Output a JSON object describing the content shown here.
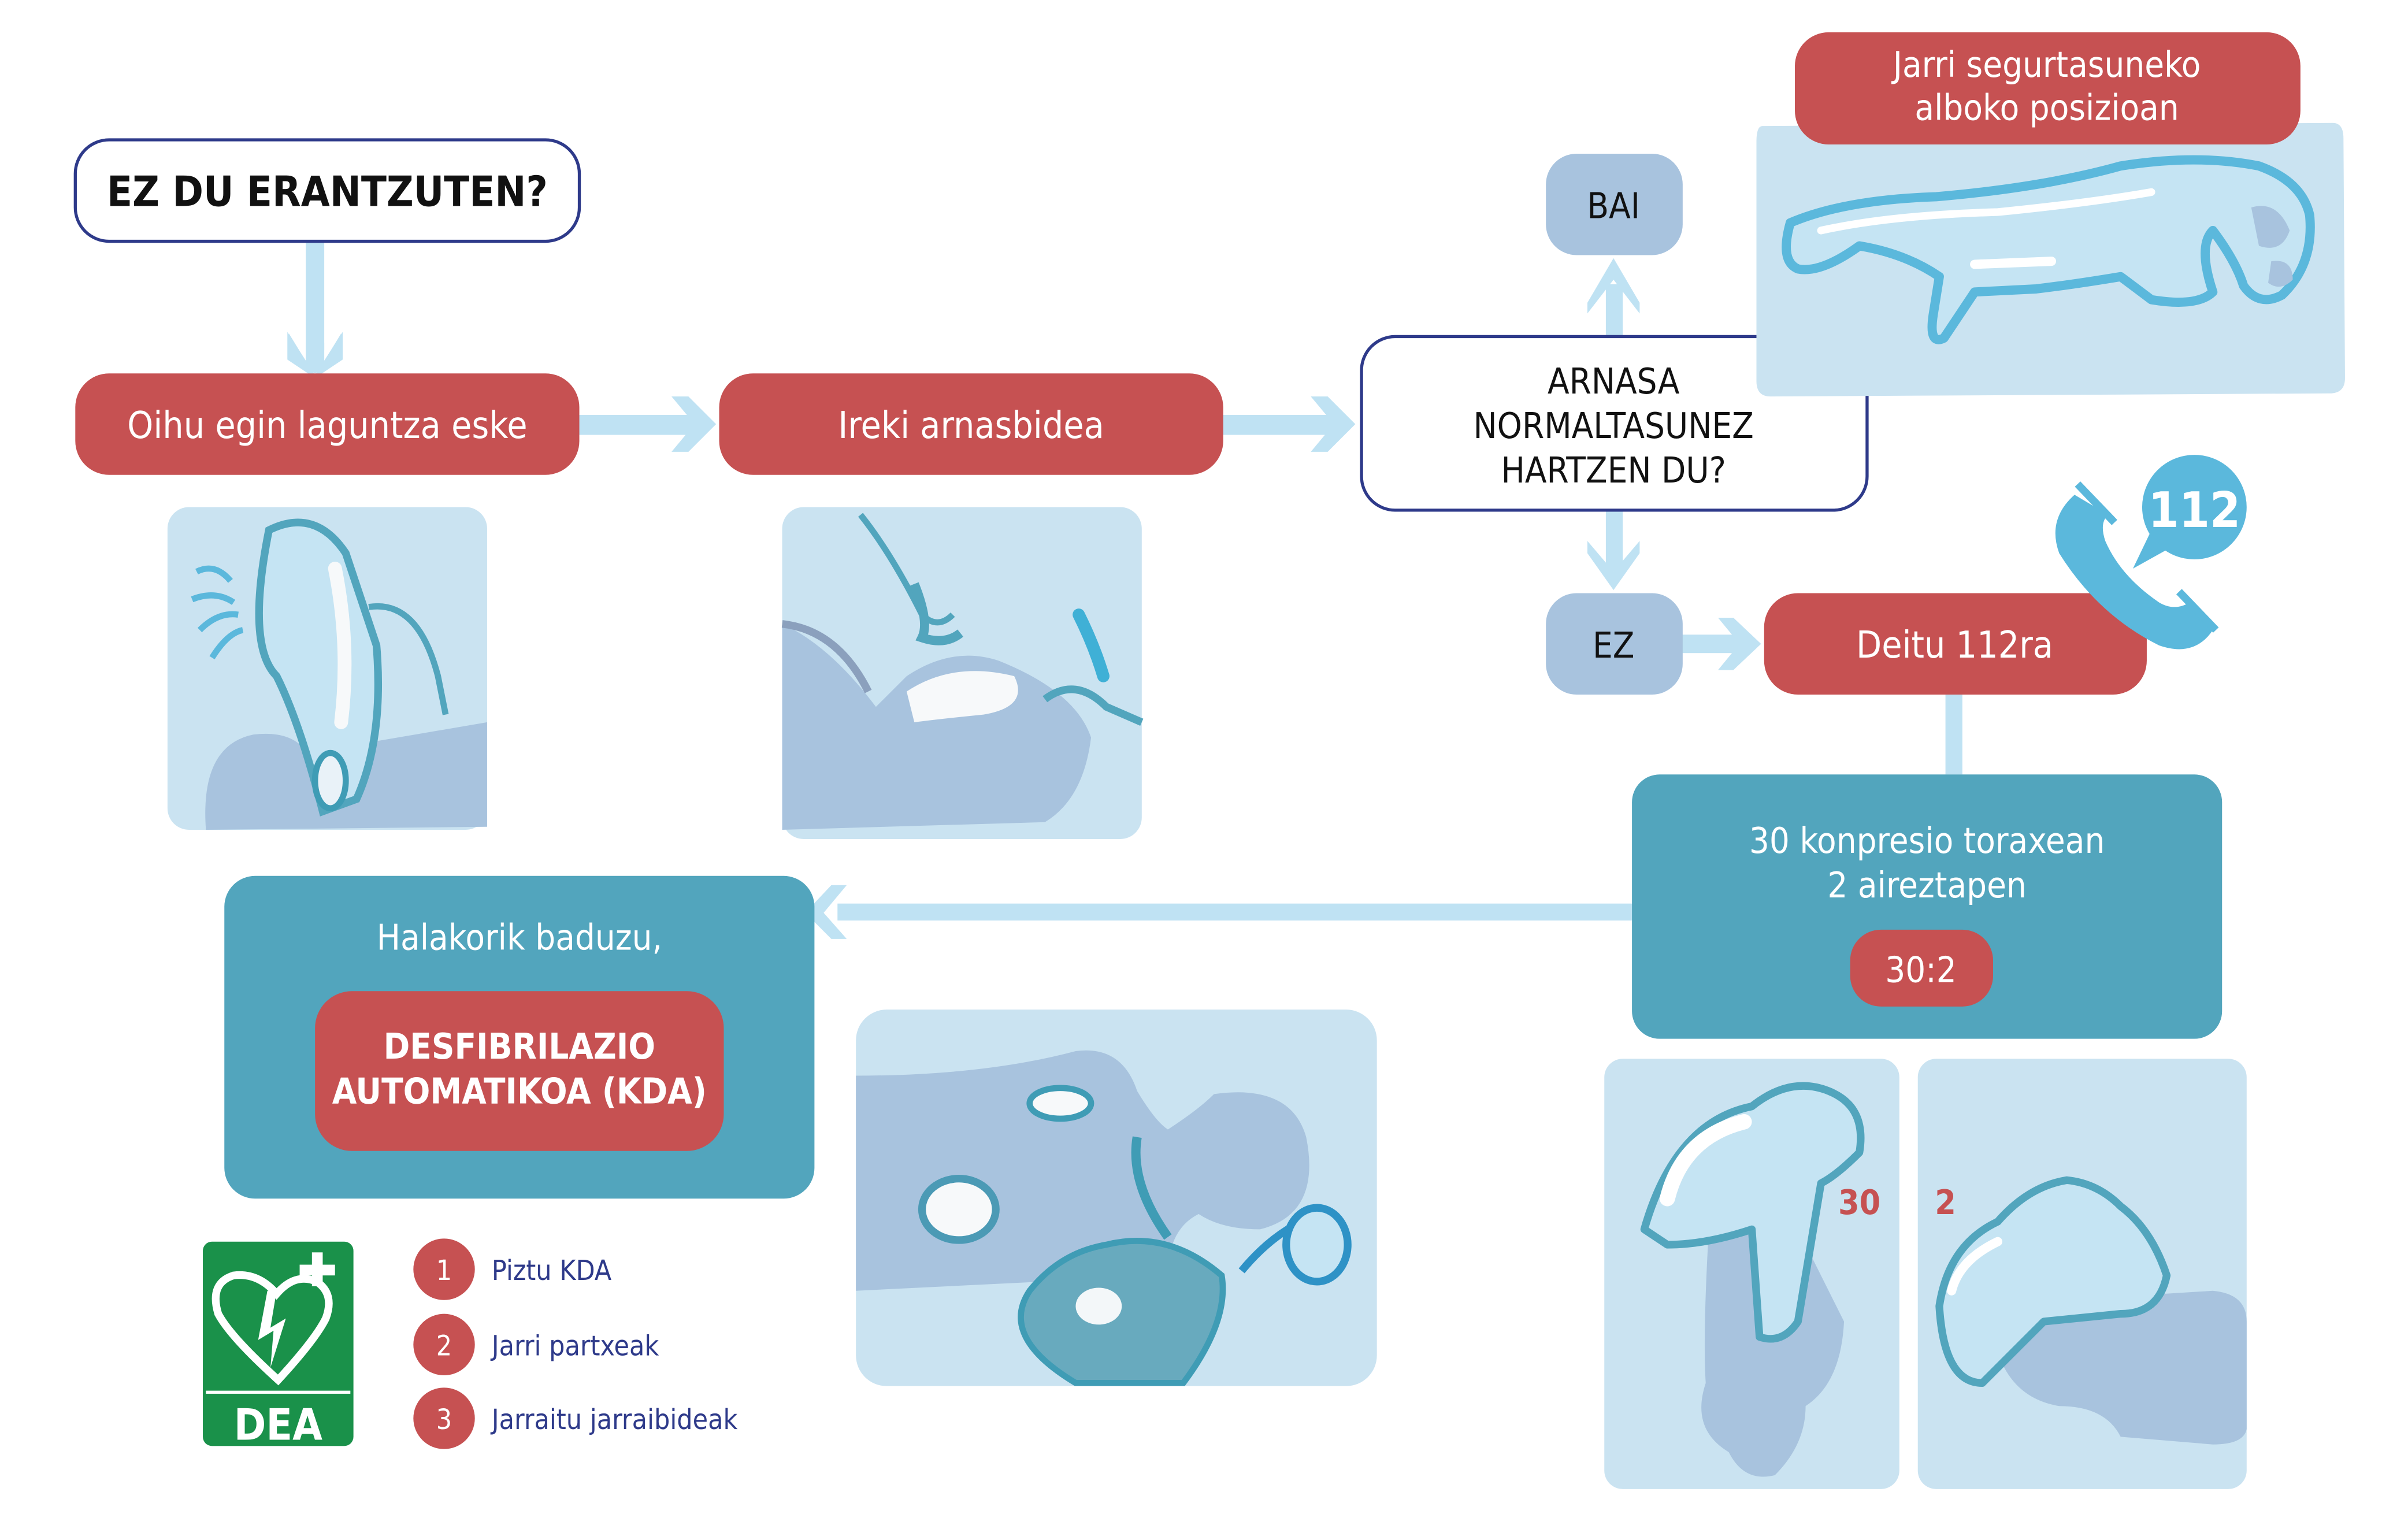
{
  "colors": {
    "red": "#c65152",
    "teal": "#52a5bd",
    "arrow": "#bfe2f3",
    "panel": "#cae3f1",
    "bluegray": "#a8c3de",
    "outline_navy": "#2e3a8a",
    "dea_green": "#1a914a",
    "phone_blue": "#5bb8dc"
  },
  "nodes": {
    "start": "EZ DU ERANTZUTEN?",
    "shout": "Oihu egin laguntza eske",
    "open_airway": "Ireki arnasbidea",
    "breathing_q": [
      "ARNASA",
      "NORMALTASUNEZ",
      "HARTZEN DU?"
    ],
    "yes": "BAI",
    "no": "EZ",
    "recovery": [
      "Jarri segurtasuneko",
      "alboko posizioan"
    ],
    "call": "Deitu 112ra",
    "phone_badge": "112",
    "cpr": [
      "30 konpresio toraxean",
      "2 aireztapen"
    ],
    "cpr_ratio": "30:2",
    "aed_intro": "Halakorik baduzu,",
    "aed_title": [
      "DESFIBRILAZIO",
      "AUTOMATIKOA (KDA)"
    ],
    "compressions_label": "30",
    "breaths_label": "2"
  },
  "aed_steps": [
    {
      "num": "1",
      "text": "Piztu KDA"
    },
    {
      "num": "2",
      "text": "Jarri partxeak"
    },
    {
      "num": "3",
      "text": "Jarraitu jarraibideak"
    }
  ],
  "dea_sign": {
    "label": "DEA",
    "icons": [
      "heart-icon",
      "lightning-icon",
      "plus-icon"
    ]
  },
  "illustrations": [
    "person-shouting-illustration",
    "open-airway-illustration",
    "recovery-position-illustration",
    "phone-call-illustration",
    "aed-pads-illustration",
    "chest-compression-illustration",
    "rescue-breath-illustration"
  ]
}
